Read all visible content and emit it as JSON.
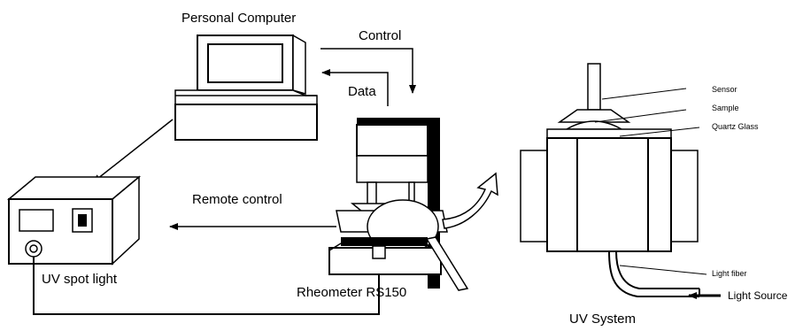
{
  "labels": {
    "personal_computer": "Personal Computer",
    "control": "Control",
    "data": "Data",
    "remote_control": "Remote control",
    "uv_spot_light": "UV spot light",
    "rheometer": "Rheometer RS150",
    "uv_system": "UV System",
    "sensor": "Sensor",
    "sample": "Sample",
    "quartz_glass": "Quartz Glass",
    "light_fiber": "Light fiber",
    "light_source": "Light Source"
  }
}
